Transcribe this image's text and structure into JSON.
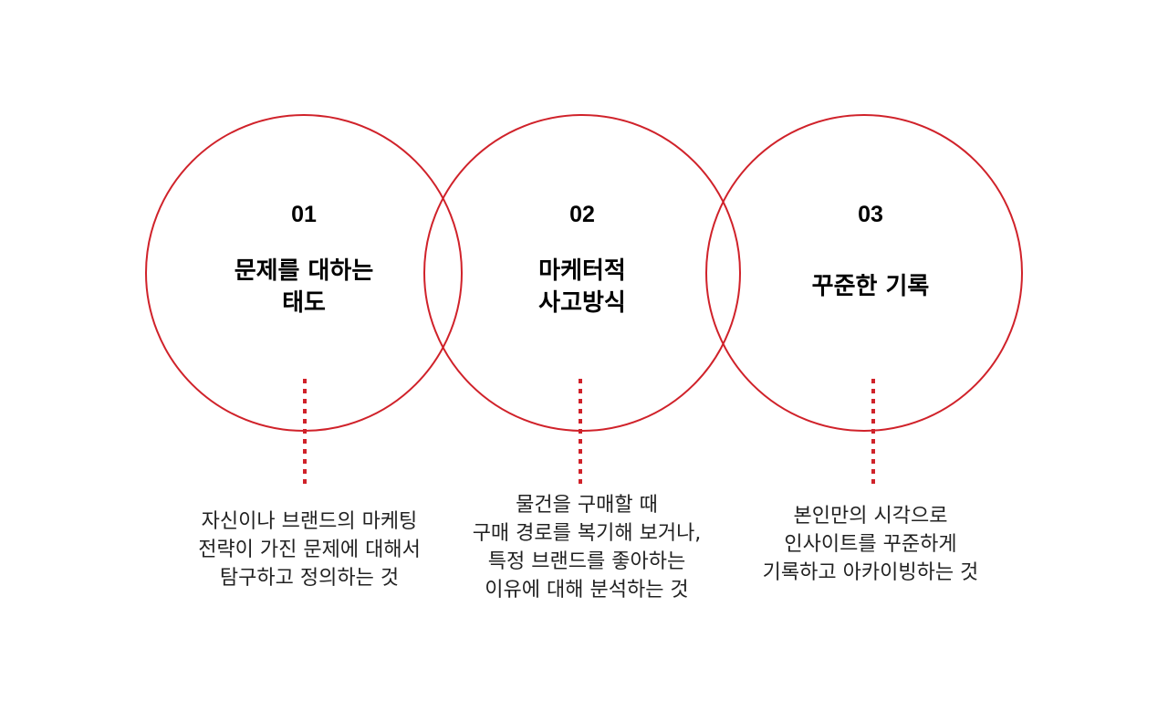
{
  "colors": {
    "circle_stroke": "#d0222a",
    "dotted_line": "#d0222a",
    "text": "#000000"
  },
  "items": [
    {
      "number": "01",
      "title_lines": [
        "문제를 대하는",
        "태도"
      ],
      "description_lines": [
        "자신이나 브랜드의 마케팅",
        "전략이 가진 문제에 대해서",
        "탐구하고 정의하는 것"
      ]
    },
    {
      "number": "02",
      "title_lines": [
        "마케터적",
        "사고방식"
      ],
      "description_lines": [
        "물건을 구매할 때",
        "구매 경로를 복기해 보거나,",
        "특정 브랜드를 좋아하는",
        "이유에 대해 분석하는 것"
      ]
    },
    {
      "number": "03",
      "title_lines": [
        "꾸준한 기록"
      ],
      "description_lines": [
        "본인만의 시각으로",
        "인사이트를 꾸준하게",
        "기록하고 아카이빙하는 것"
      ]
    }
  ]
}
